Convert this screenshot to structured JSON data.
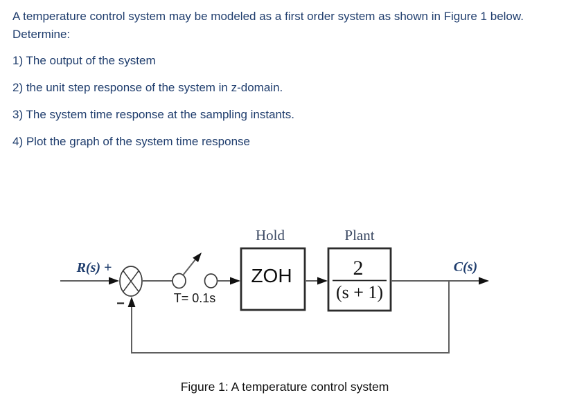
{
  "page": {
    "text_color": "#1f3d6d",
    "background": "#ffffff"
  },
  "problem": {
    "intro_line1": "A temperature control system may be modeled as a first order system as shown in Figure 1 below.",
    "intro_line2": "Determine:",
    "items": [
      "1) The output of the system",
      "2) the unit step response of the system in z-domain.",
      "3) The system time response at the sampling instants.",
      "4) Plot the graph of the system time response"
    ]
  },
  "diagram": {
    "input_label": "R(s) +",
    "minus_label": "−",
    "sampler_label": "T= 0.1s",
    "hold_title": "Hold",
    "hold_block_label": "ZOH",
    "plant_title": "Plant",
    "plant_numerator": "2",
    "plant_denominator": "(s + 1)",
    "output_label": "C(s)",
    "colors": {
      "label_navy": "#1f3d6d",
      "block_title_slate": "#3a4862",
      "line_gray": "#5f5f5f",
      "ink_black": "#111111"
    }
  },
  "caption": "Figure 1: A temperature control system"
}
